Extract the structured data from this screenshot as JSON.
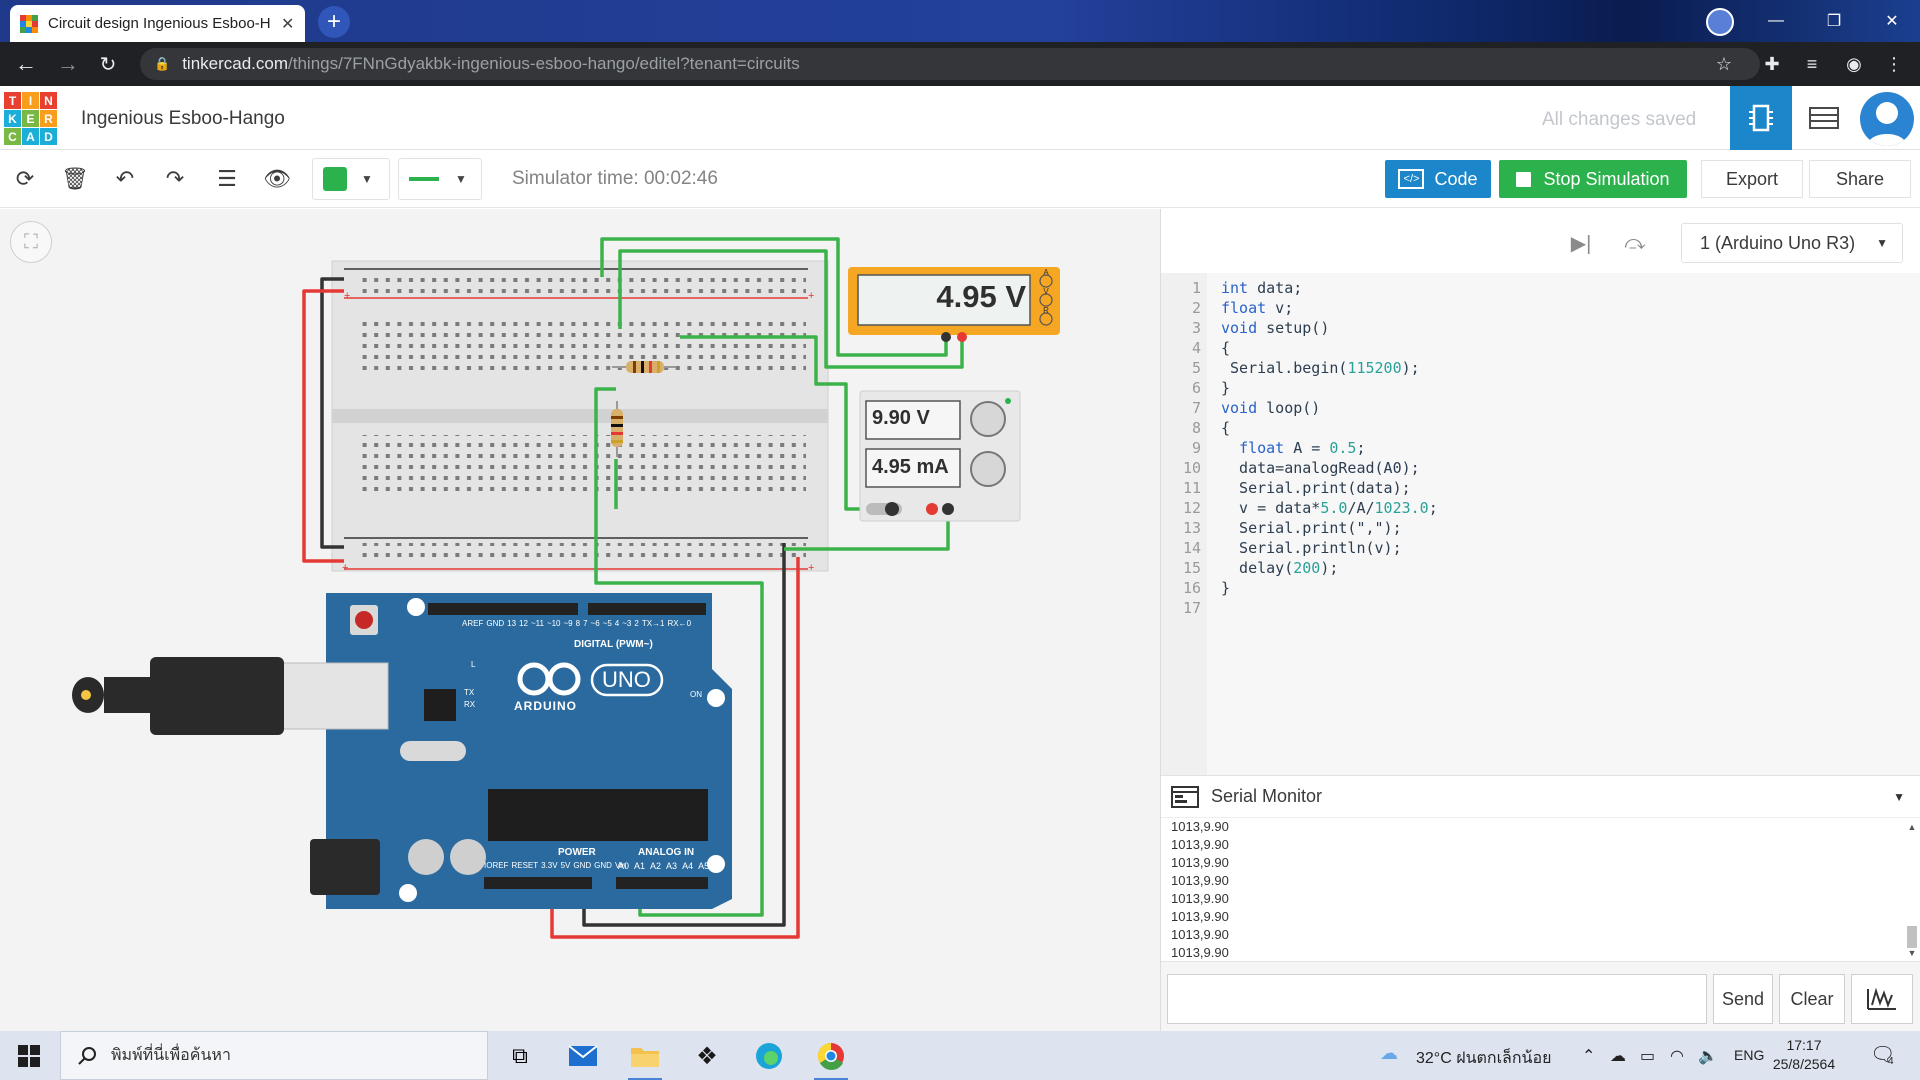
{
  "browser": {
    "tab_title": "Circuit design Ingenious Esboo-H",
    "url_host": "tinkercad.com",
    "url_path": "/things/7FNnGdyakbk-ingenious-esboo-hango/editel?tenant=circuits"
  },
  "header": {
    "logo_letters": [
      "T",
      "I",
      "N",
      "K",
      "E",
      "R",
      "C",
      "A",
      "D"
    ],
    "design_title": "Ingenious Esboo-Hango",
    "save_status": "All changes saved"
  },
  "toolbar": {
    "simulator_time": "Simulator time: 00:02:46",
    "code_label": "Code",
    "stop_label": "Stop Simulation",
    "export_label": "Export",
    "share_label": "Share",
    "color_value": "#2bb24c"
  },
  "circuit": {
    "multimeter_reading": "4.95 V",
    "multimeter_modes": [
      "A",
      "V",
      "R"
    ],
    "psu_voltage": "9.90 V",
    "psu_current": "4.95 mA",
    "arduino_brand": "ARDUINO",
    "arduino_model": "UNO",
    "arduino_digital_label": "DIGITAL (PWM~)",
    "arduino_power_label": "POWER",
    "arduino_analog_label": "ANALOG IN",
    "arduino_on_label": "ON",
    "arduino_tx": "TX",
    "arduino_rx": "RX",
    "arduino_l": "L",
    "digital_pins": [
      "AREF",
      "GND",
      "13",
      "12",
      "~11",
      "~10",
      "~9",
      "8",
      "7",
      "~6",
      "~5",
      "4",
      "~3",
      "2",
      "TX→1",
      "RX←0"
    ],
    "power_pins": [
      "IOREF",
      "RESET",
      "3.3V",
      "5V",
      "GND",
      "GND",
      "Vin"
    ],
    "analog_pins": [
      "A0",
      "A1",
      "A2",
      "A3",
      "A4",
      "A5"
    ]
  },
  "code_panel": {
    "device": "1 (Arduino Uno R3)",
    "lines": [
      "int data;",
      "float v;",
      "void setup()",
      "{",
      " Serial.begin(115200);",
      "}",
      "void loop()",
      "{",
      "  float A = 0.5;",
      "  data=analogRead(A0);",
      "  Serial.print(data);",
      "  v = data*5.0/A/1023.0;",
      "  Serial.print(\",\");",
      "  Serial.println(v);",
      "  delay(200);",
      "}",
      ""
    ],
    "serial_monitor_title": "Serial Monitor",
    "serial_output": [
      "1013,9.90",
      "1013,9.90",
      "1013,9.90",
      "1013,9.90",
      "1013,9.90",
      "1013,9.90",
      "1013,9.90",
      "1013,9.90"
    ],
    "send_label": "Send",
    "clear_label": "Clear"
  },
  "taskbar": {
    "search_placeholder": "พิมพ์ที่นี่เพื่อค้นหา",
    "weather": "32°C  ฝนตกเล็กน้อย",
    "language": "ENG",
    "time": "17:17",
    "date": "25/8/2564",
    "notification_count": "4"
  }
}
